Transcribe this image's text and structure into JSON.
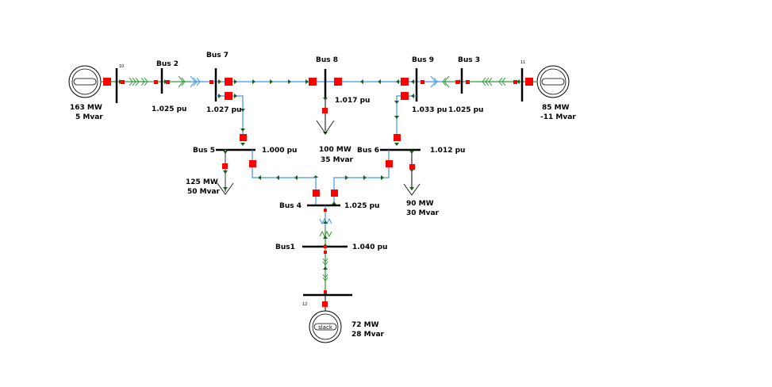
{
  "diagram": {
    "type": "one-line power system diagram (9-bus)",
    "colors": {
      "line_blue": "#3c96e6",
      "line_green": "#2f9a3a",
      "line_gray": "#9a9a9a",
      "breaker_red": "#ff0000",
      "bus_black": "#000000"
    },
    "buses": [
      {
        "id": "bus10",
        "label": "10"
      },
      {
        "id": "bus2",
        "label": "Bus 2",
        "voltage": "1.025 pu"
      },
      {
        "id": "bus7",
        "label": "Bus 7",
        "voltage": "1.027 pu"
      },
      {
        "id": "bus8",
        "label": "Bus 8",
        "voltage": "1.017 pu"
      },
      {
        "id": "bus9",
        "label": "Bus 9",
        "voltage": "1.033 pu"
      },
      {
        "id": "bus3",
        "label": "Bus 3",
        "voltage": "1.025 pu"
      },
      {
        "id": "bus11",
        "label": "11"
      },
      {
        "id": "bus5",
        "label": "Bus 5",
        "voltage": "1.000 pu"
      },
      {
        "id": "bus6",
        "label": "Bus 6",
        "voltage": "1.012 pu"
      },
      {
        "id": "bus4",
        "label": "Bus 4",
        "voltage": "1.025 pu"
      },
      {
        "id": "bus1",
        "label": "Bus1",
        "voltage": "1.040 pu"
      },
      {
        "id": "bus12",
        "label": "12"
      }
    ],
    "generators": [
      {
        "id": "gen-left",
        "mw": "163 MW",
        "mvar": "5 Mvar"
      },
      {
        "id": "gen-right",
        "mw": "85 MW",
        "mvar": "-11 Mvar"
      },
      {
        "id": "gen-slack",
        "mw": "72 MW",
        "mvar": "28 Mvar",
        "tag": "slack"
      }
    ],
    "loads": [
      {
        "id": "load-bus8",
        "mw": "100 MW",
        "mvar": "35 Mvar"
      },
      {
        "id": "load-bus5",
        "mw": "125 MW",
        "mvar": "50 Mvar"
      },
      {
        "id": "load-bus6",
        "mw": "90 MW",
        "mvar": "30 Mvar"
      }
    ]
  }
}
